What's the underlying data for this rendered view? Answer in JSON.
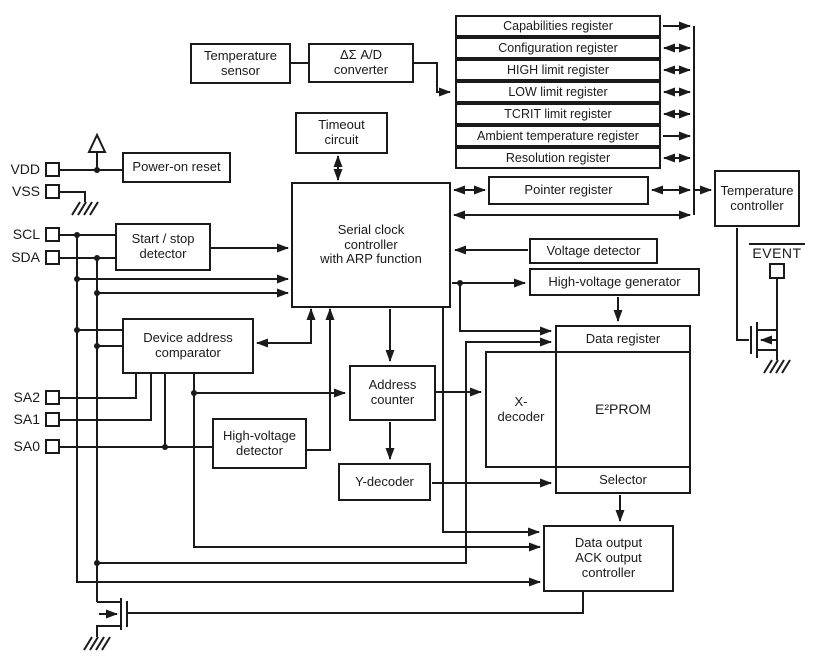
{
  "colors": {
    "line": "#1a1a1a",
    "background": "#ffffff"
  },
  "pins": {
    "vdd": "VDD",
    "vss": "VSS",
    "scl": "SCL",
    "sda": "SDA",
    "sa2": "SA2",
    "sa1": "SA1",
    "sa0": "SA0",
    "event": "EVENT"
  },
  "blocks": {
    "temperature_sensor": "Temperature\nsensor",
    "adc": "ΔΣ A/D\nconverter",
    "timeout_circuit": "Timeout\ncircuit",
    "power_on_reset": "Power-on reset",
    "serial_clock_controller": "Serial clock\ncontroller\nwith ARP function",
    "start_stop_detector": "Start / stop\ndetector",
    "device_address_comparator": "Device address\ncomparator",
    "high_voltage_detector": "High-voltage\ndetector",
    "address_counter": "Address\ncounter",
    "y_decoder": "Y-decoder",
    "x_decoder": "X-\ndecoder",
    "pointer_register": "Pointer register",
    "temperature_controller": "Temperature\ncontroller",
    "voltage_detector": "Voltage detector",
    "high_voltage_generator": "High-voltage generator",
    "data_register": "Data register",
    "eeprom": "E²PROM",
    "selector": "Selector",
    "data_output_controller": "Data output\nACK output\ncontroller"
  },
  "registers": [
    "Capabilities register",
    "Configuration register",
    "HIGH limit register",
    "LOW limit register",
    "TCRIT limit register",
    "Ambient temperature register",
    "Resolution register"
  ],
  "symbols": {
    "ground": "earth-ground-icon",
    "supply": "supply-arrow-icon",
    "output_transistor": "nmos-transistor-icon"
  }
}
